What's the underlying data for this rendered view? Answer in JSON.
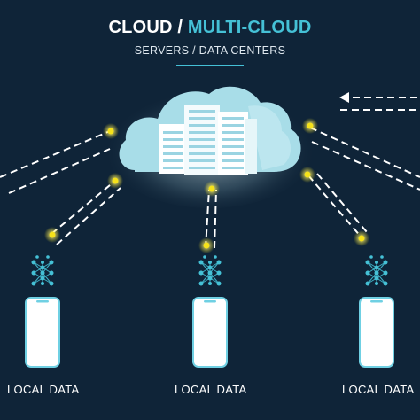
{
  "header": {
    "title_part1": "CLOUD /",
    "title_part2": "MULTI-CLOUD",
    "subtitle": "SERVERS / DATA CENTERS"
  },
  "nodes": [
    {
      "label": "LOCAL DATA"
    },
    {
      "label": "LOCAL DATA"
    },
    {
      "label": "LOCAL DATA"
    }
  ],
  "colors": {
    "background": "#0f2438",
    "accent": "#45c1d6",
    "cloud": "#a8dde8",
    "dot": "#f5e21b",
    "device": "#ffffff",
    "device_outline": "#6fd0e3"
  },
  "icons": [
    "cloud-icon",
    "server-rack-icon",
    "neural-network-icon",
    "smartphone-icon",
    "arrow-left-icon"
  ]
}
